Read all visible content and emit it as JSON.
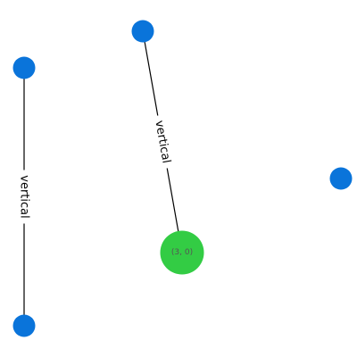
{
  "graph": {
    "nodes": [
      {
        "id": "n1",
        "label": "",
        "color": "#0a74da",
        "size": "small"
      },
      {
        "id": "n2",
        "label": "",
        "color": "#0a74da",
        "size": "small"
      },
      {
        "id": "n3",
        "label": "",
        "color": "#0a74da",
        "size": "small"
      },
      {
        "id": "n4",
        "label": "",
        "color": "#0a74da",
        "size": "small"
      },
      {
        "id": "n5",
        "label": "(3, 0)",
        "color": "#33cc44",
        "size": "large",
        "label_color": "#555555"
      }
    ],
    "edges": [
      {
        "id": "e1",
        "from": "n1",
        "to": "n2",
        "label": "vertical"
      },
      {
        "id": "e2",
        "from": "n3",
        "to": "n5",
        "label": "vertical"
      }
    ]
  }
}
